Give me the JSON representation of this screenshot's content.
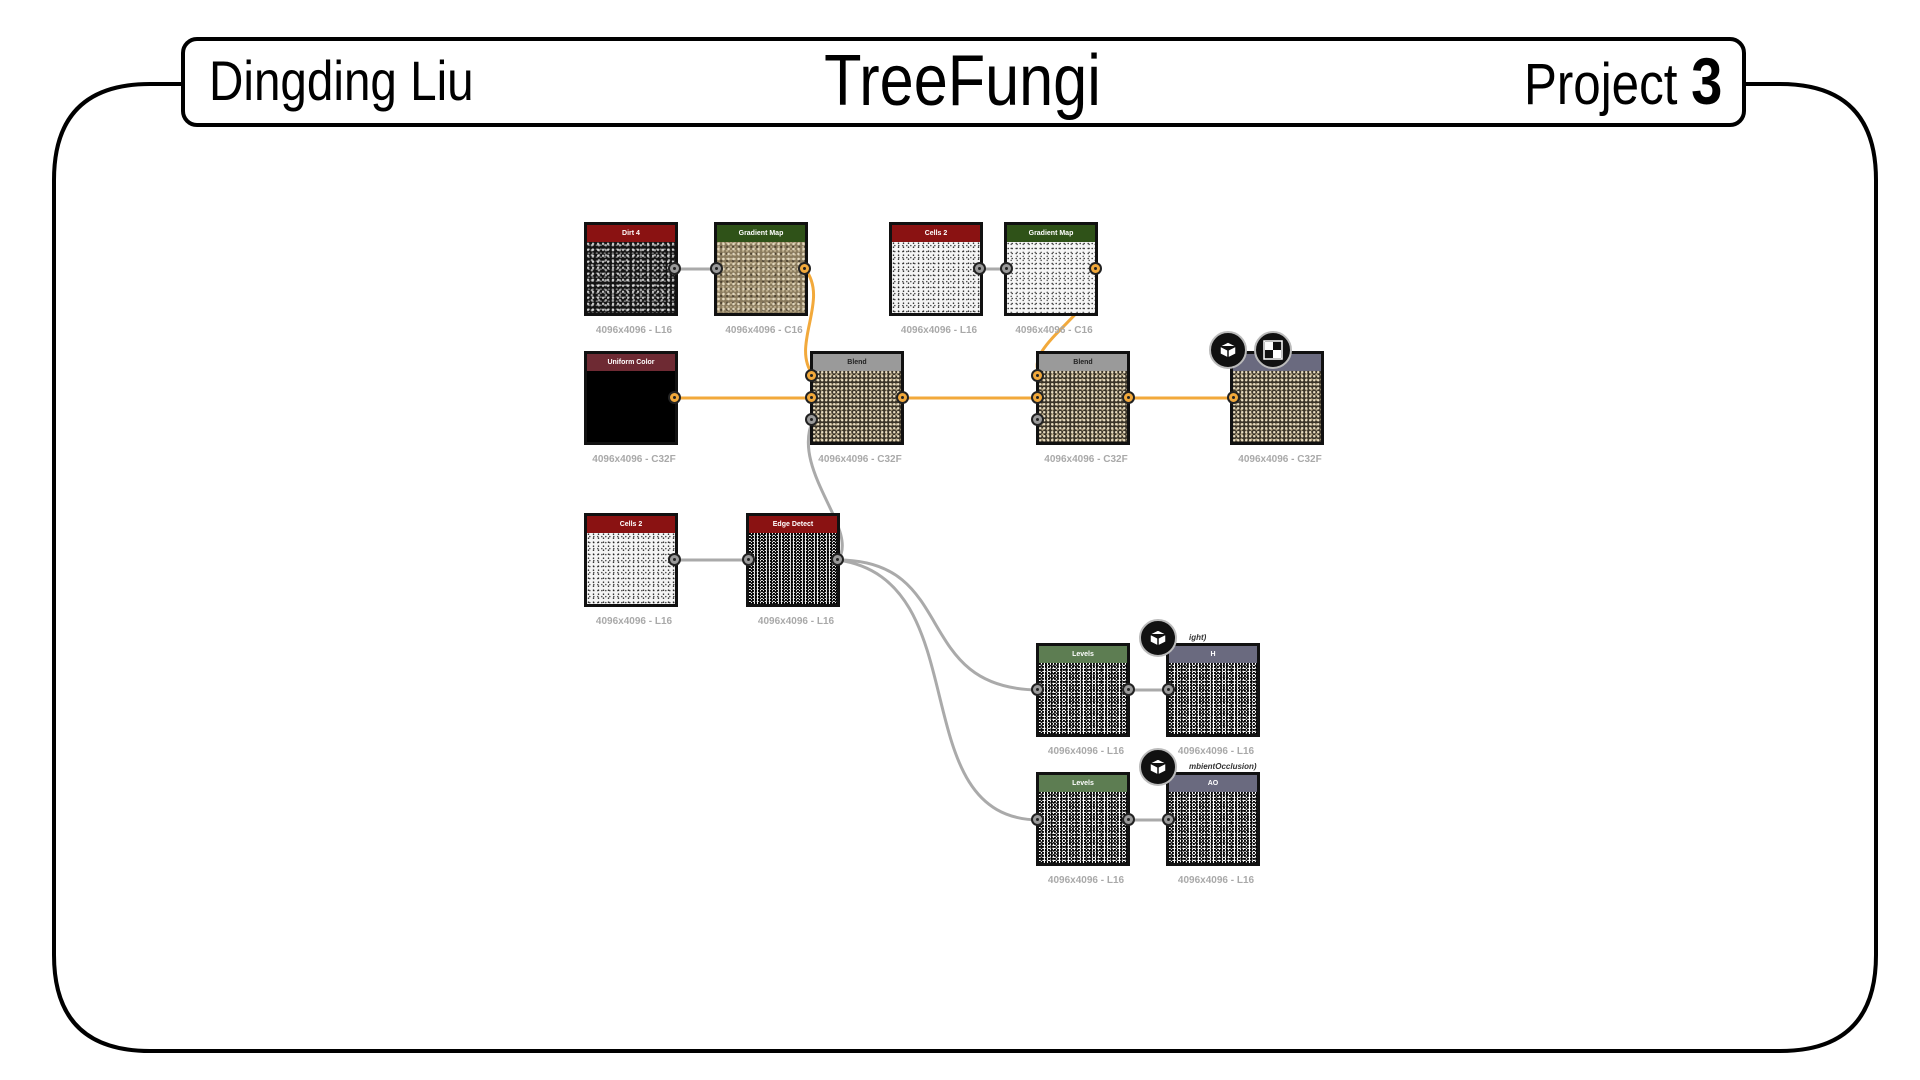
{
  "header": {
    "author": "Dingding Liu",
    "title": "TreeFungi",
    "project_label": "Project",
    "project_number": "3"
  },
  "colors": {
    "generator": "#8a1212",
    "grayscale_filter": "#2f5218",
    "levels": "#5d7d52",
    "blend": "#9a9a9a",
    "uniform": "#6e2a33",
    "output": "#6a6a7f",
    "connection_color": "#f2a93b",
    "connection_gray": "#aaaaaa"
  },
  "nodes": {
    "dirt4": {
      "label": "Dirt 4",
      "caption": "4096x4096 - L16"
    },
    "gradmap1": {
      "label": "Gradient Map",
      "caption": "4096x4096 - C16"
    },
    "cells2a": {
      "label": "Cells 2",
      "caption": "4096x4096 - L16"
    },
    "gradmap2": {
      "label": "Gradient Map",
      "caption": "4096x4096 - C16"
    },
    "uniform": {
      "label": "Uniform Color",
      "caption": "4096x4096 - C32F"
    },
    "blend1": {
      "label": "Blend",
      "caption": "4096x4096 - C32F"
    },
    "blend2": {
      "label": "Blend",
      "caption": "4096x4096 - C32F"
    },
    "output": {
      "label": "",
      "caption": "4096x4096 - C32F"
    },
    "cells2b": {
      "label": "Cells 2",
      "caption": "4096x4096 - L16"
    },
    "edge": {
      "label": "Edge Detect",
      "caption": "4096x4096 - L16"
    },
    "levels1": {
      "label": "Levels",
      "caption": "4096x4096 - L16"
    },
    "height": {
      "label": "H",
      "caption": "4096x4096 - L16",
      "overlay": "ight)"
    },
    "levels2": {
      "label": "Levels",
      "caption": "4096x4096 - L16"
    },
    "ao": {
      "label": "AO",
      "caption": "4096x4096 - L16",
      "overlay": "mbientOcclusion)"
    }
  },
  "icons": [
    "cube-icon",
    "checker-icon"
  ]
}
